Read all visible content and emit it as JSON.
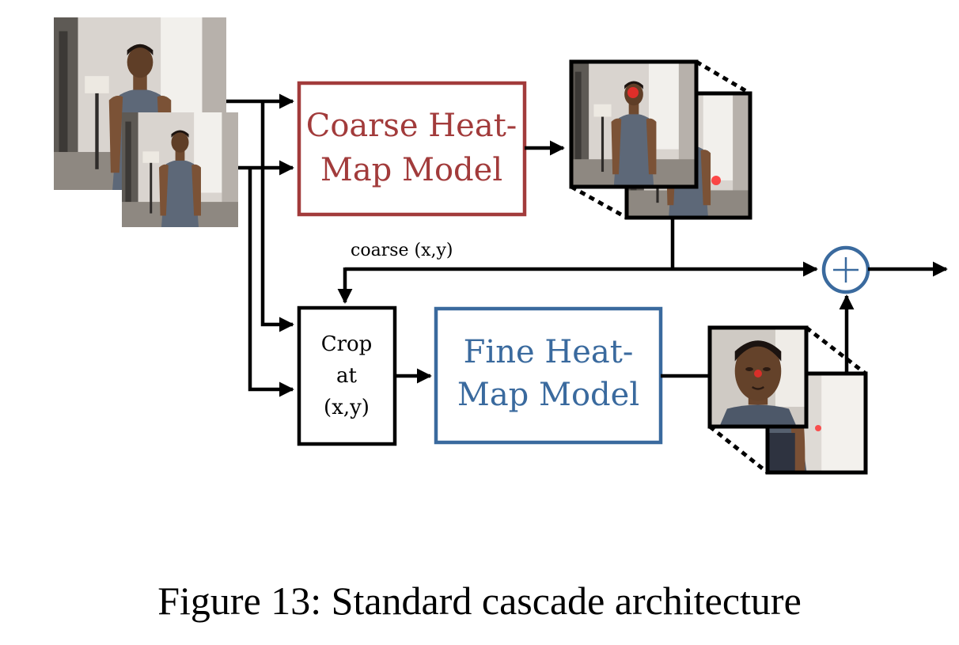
{
  "diagram": {
    "coarse_model": {
      "line1": "Coarse Heat-",
      "line2": "Map Model",
      "color": "#a23b3b"
    },
    "fine_model": {
      "line1": "Fine Heat-",
      "line2": "Map Model",
      "color": "#3a6a9e"
    },
    "crop": {
      "line1": "Crop",
      "line2": "at",
      "line3": "(x,y)"
    },
    "coarse_label": "coarse (x,y)",
    "sum_node_color": "#3a6a9e",
    "heatmap_marker_color": "#ff2a2a"
  },
  "caption": "Figure 13: Standard cascade architecture"
}
